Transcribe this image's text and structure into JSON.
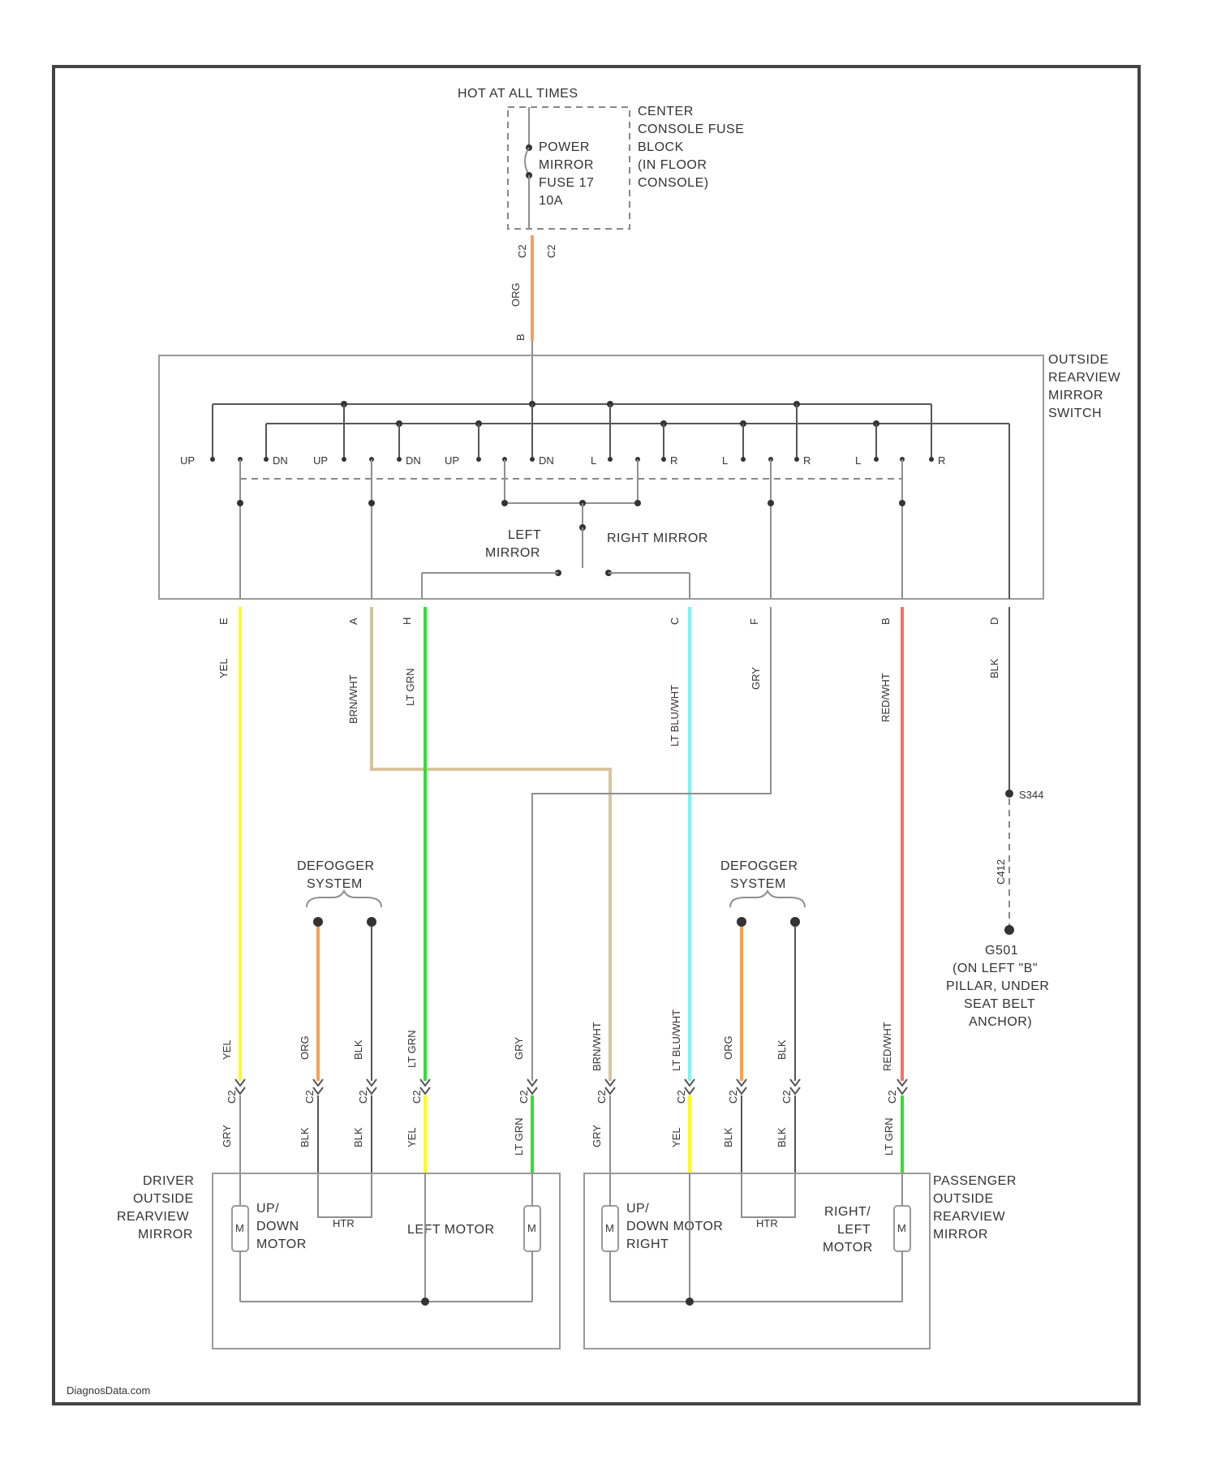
{
  "fuse": {
    "hot_label": "HOT AT ALL TIMES",
    "name_lines": [
      "POWER",
      "MIRROR",
      "FUSE 17",
      "10A"
    ],
    "block_lines": [
      "CENTER",
      "CONSOLE FUSE",
      "BLOCK",
      "(IN FLOOR",
      "CONSOLE)"
    ],
    "pin_a": "C2",
    "pin_b": "C2",
    "feed_wire": "ORG",
    "connector": "B"
  },
  "switch": {
    "label_lines": [
      "OUTSIDE",
      "REARVIEW",
      "MIRROR",
      "SWITCH"
    ],
    "contacts": [
      "UP",
      "DN",
      "UP",
      "DN",
      "UP",
      "DN",
      "L",
      "R",
      "L",
      "R",
      "L",
      "R"
    ],
    "left_mirror_lines": [
      "LEFT",
      "MIRROR"
    ],
    "right_mirror": "RIGHT MIRROR"
  },
  "switch_pins": [
    {
      "pin": "E",
      "color": "YEL"
    },
    {
      "pin": "A",
      "color": "BRN/WHT"
    },
    {
      "pin": "H",
      "color": "LT GRN"
    },
    {
      "pin": "C",
      "color": "LT BLU/WHT"
    },
    {
      "pin": "F",
      "color": "GRY"
    },
    {
      "pin": "B",
      "color": "RED/WHT"
    },
    {
      "pin": "D",
      "color": "BLK"
    }
  ],
  "ground": {
    "splice": "S344",
    "connector": "C412",
    "id": "G501",
    "location_lines": [
      "G501",
      "(ON LEFT \"B\"",
      "PILLAR, UNDER",
      "SEAT BELT",
      "ANCHOR)"
    ]
  },
  "defogger_left": {
    "lines": [
      "DEFOGGER",
      "SYSTEM"
    ]
  },
  "defogger_right": {
    "lines": [
      "DEFOGGER",
      "SYSTEM"
    ]
  },
  "harness_left": {
    "upper": [
      "YEL",
      "ORG",
      "BLK",
      "LT GRN",
      "GRY"
    ],
    "pins": [
      "C2",
      "C2",
      "C2",
      "C2",
      "C2"
    ],
    "lower": [
      "GRY",
      "BLK",
      "BLK",
      "YEL",
      "LT GRN"
    ]
  },
  "harness_right": {
    "upper": [
      "BRN/WHT",
      "LT BLU/WHT",
      "ORG",
      "BLK",
      "RED/WHT"
    ],
    "pins": [
      "C2",
      "C2",
      "C2",
      "C2",
      "C2"
    ],
    "lower": [
      "GRY",
      "YEL",
      "BLK",
      "BLK",
      "LT GRN"
    ]
  },
  "driver_mirror": {
    "label_lines": [
      "DRIVER",
      "OUTSIDE",
      "REARVIEW",
      "MIRROR"
    ],
    "updown_lines": [
      "UP/",
      "DOWN",
      "MOTOR"
    ],
    "left_motor": "LEFT MOTOR",
    "heater": "HTR",
    "motor_symbol": "M"
  },
  "passenger_mirror": {
    "label_lines": [
      "PASSENGER",
      "OUTSIDE",
      "REARVIEW",
      "MIRROR"
    ],
    "updown_lines": [
      "UP/",
      "DOWN MOTOR",
      "RIGHT"
    ],
    "right_left_lines": [
      "RIGHT/",
      "LEFT",
      "MOTOR"
    ],
    "heater": "HTR",
    "motor_symbol": "M"
  },
  "credit": "DiagnosData.com",
  "colors": {
    "yellow": "#fffb1f",
    "green": "#2fe02f",
    "cyan": "#7ff2f2",
    "red": "#ff6b6b",
    "orange": "#f6a05a",
    "tan": "#d7c39e",
    "frame": "#444444"
  }
}
